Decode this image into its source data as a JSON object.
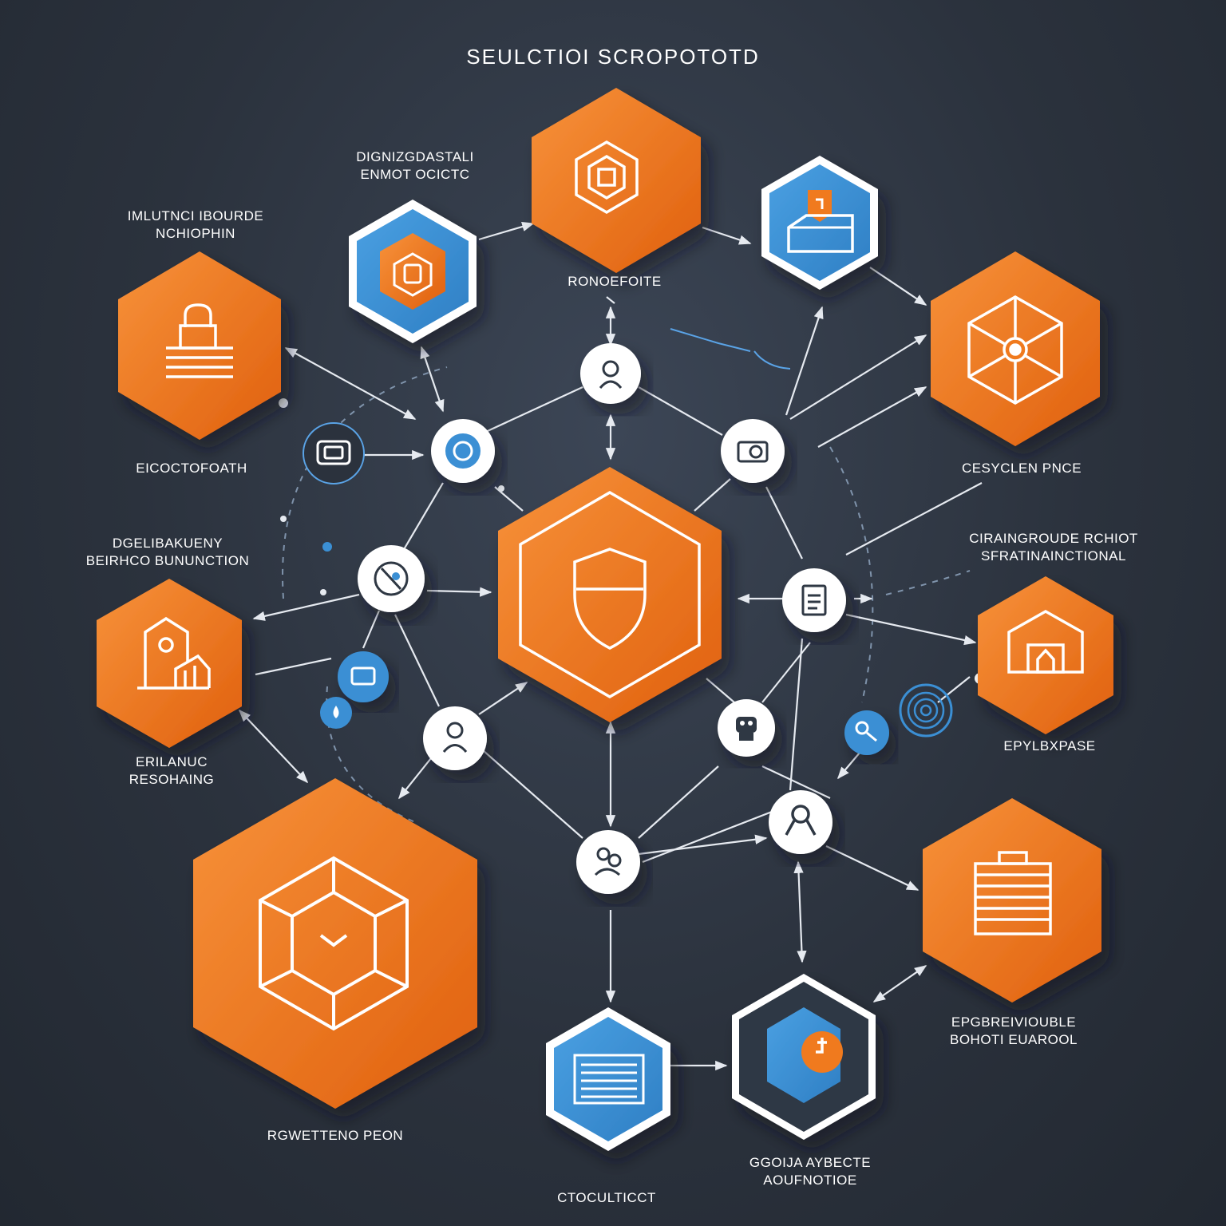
{
  "title": "SEULCTIOI SCROPOTOTD",
  "colors": {
    "orange": "#f07a1e",
    "orange_dark": "#e0600e",
    "blue": "#3b8fd4",
    "navy": "#2f3844",
    "white": "#ffffff",
    "line": "#d9dee6"
  },
  "labels": {
    "top_left_small": [
      "DIGNIZGDASTALI",
      "ENMOT OCICTC"
    ],
    "left_upper": [
      "IMLUTNCI IBOURDE",
      "NCHIOPHIN"
    ],
    "top_center": [
      "RONOEFOITE"
    ],
    "left_mid": [
      "EICOCTOFOATH"
    ],
    "right_mid_upper": [
      "CESYCLEN PNCE"
    ],
    "left_center": [
      "DGELIBAKUENY",
      "BEIRHCO BUNUNCTION"
    ],
    "right_center": [
      "CIRAINGROUDE RCHIOT",
      "SFRATINAINCTIONAL"
    ],
    "right_lower": [
      "EPYLBXPASE"
    ],
    "left_lower": [
      "ERILANUC",
      "RESOHAING"
    ],
    "bottom_right": [
      "EPGBREIVIOUBLE",
      "BOHOTI EUAROOL"
    ],
    "bottom_left": [
      "RGWETTENO PEON"
    ],
    "bottom_center_right": [
      "GGOIJA AYBECTE",
      "AOUFNOTIOE"
    ],
    "bottom_center": [
      "CTOCULTICCT"
    ]
  },
  "icons": {
    "hex_top_left_blue": "code-hex-icon",
    "hex_top_center": "box-icon",
    "hex_top_right_blue": "inbox-icon",
    "hex_left_upper": "lock-icon",
    "hex_right_upper": "cube-gear-icon",
    "hex_center": "shield-icon",
    "hex_left_mid": "building-icon",
    "hex_right_mid": "warehouse-icon",
    "hex_bottom_left": "cube-icon",
    "hex_bottom_right": "clipboard-icon",
    "hex_bottom_center_blue": "document-icon",
    "hex_bottom_center_navy": "tag-icon",
    "circle_top": "user-icon",
    "circle_left_upper": "at-icon",
    "circle_right_upper": "camera-icon",
    "circle_left_center": "globe-icon",
    "circle_right_center": "id-card-icon",
    "circle_left_lower": "person-icon",
    "circle_right_lower": "robot-icon",
    "circle_right_bottom": "ribbon-icon",
    "circle_bottom": "people-icon",
    "circle_outline_left": "chip-icon",
    "circle_blue_left": "monitor-icon",
    "circle_blue_small": "drop-icon",
    "circle_blue_right": "key-icon",
    "circle_outline_right": "fingerprint-icon"
  }
}
